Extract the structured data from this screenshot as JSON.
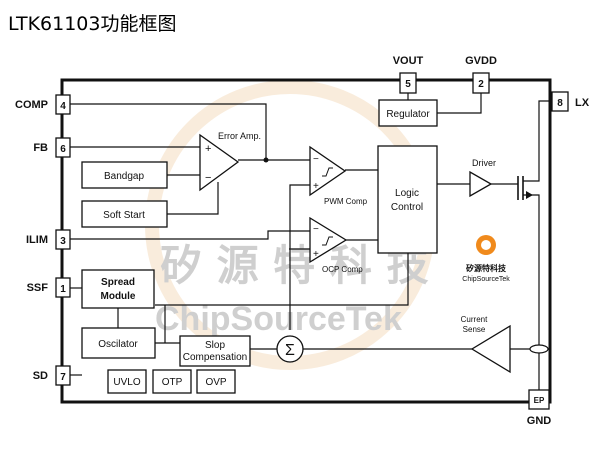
{
  "title": "LTK61103功能框图",
  "pins": {
    "comp": {
      "name": "COMP",
      "number": "4"
    },
    "fb": {
      "name": "FB",
      "number": "6"
    },
    "ilim": {
      "name": "ILIM",
      "number": "3"
    },
    "ssf": {
      "name": "SSF",
      "number": "1"
    },
    "sd": {
      "name": "SD",
      "number": "7"
    },
    "vout": {
      "name": "VOUT",
      "number": "5"
    },
    "gvdd": {
      "name": "GVDD",
      "number": "2"
    },
    "lx": {
      "name": "LX",
      "number": "8"
    },
    "gnd": {
      "name": "GND",
      "number": "EP"
    }
  },
  "blocks": {
    "regulator": "Regulator",
    "bandgap": "Bandgap",
    "soft_start": "Soft Start",
    "spread_module_line1": "Spread",
    "spread_module_line2": "Module",
    "oscilator": "Oscilator",
    "slop_comp_line1": "Slop",
    "slop_comp_line2": "Compensation",
    "logic_line1": "Logic",
    "logic_line2": "Control",
    "uvlo": "UVLO",
    "otp": "OTP",
    "ovp": "OVP",
    "sum_symbol": "Σ"
  },
  "labels": {
    "error_amp": "Error Amp.",
    "pwm_comp": "PWM Comp",
    "ocp_comp": "OCP Comp",
    "driver": "Driver",
    "current_sense_line1": "Current",
    "current_sense_line2": "Sense",
    "plus": "+",
    "minus": "−"
  },
  "logo": {
    "cn": "矽源特科技",
    "en": "ChipSourceTek"
  },
  "watermark": {
    "cn": "矽 源 特 科 技",
    "en": "ChipSourceTek"
  },
  "colors": {
    "line": "#111111",
    "watermark": "#cfcfcf",
    "logo_orange": "#f08a1c"
  }
}
